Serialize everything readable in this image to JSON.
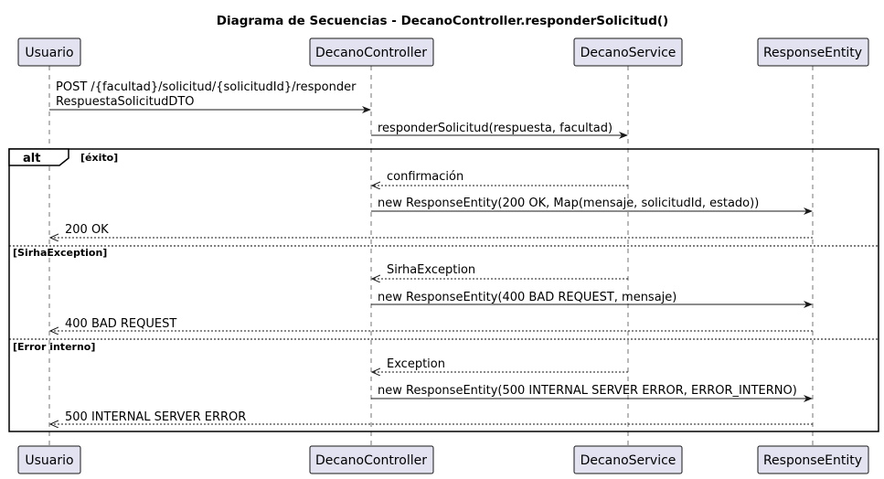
{
  "title": "Diagrama de Secuencias - DecanoController.responderSolicitud()",
  "participants": [
    "Usuario",
    "DecanoController",
    "DecanoService",
    "ResponseEntity"
  ],
  "messages": {
    "post_line1": "POST /{facultad}/solicitud/{solicitudId}/responder",
    "post_line2": "RespuestaSolicitudDTO",
    "responder": "responderSolicitud(respuesta, facultad)",
    "confirmacion": "confirmación",
    "new_ok": "new ResponseEntity(200 OK, Map(mensaje, solicitudId, estado))",
    "ok": "200 OK",
    "sirha_exc": "SirhaException",
    "new_bad": "new ResponseEntity(400 BAD REQUEST, mensaje)",
    "bad": "400 BAD REQUEST",
    "exc": "Exception",
    "new_err": "new ResponseEntity(500 INTERNAL SERVER ERROR, ERROR_INTERNO)",
    "err": "500 INTERNAL SERVER ERROR"
  },
  "alt": {
    "keyword": "alt",
    "guard1": "[éxito]",
    "guard2": "[SirhaException]",
    "guard3": "[Error interno]"
  }
}
